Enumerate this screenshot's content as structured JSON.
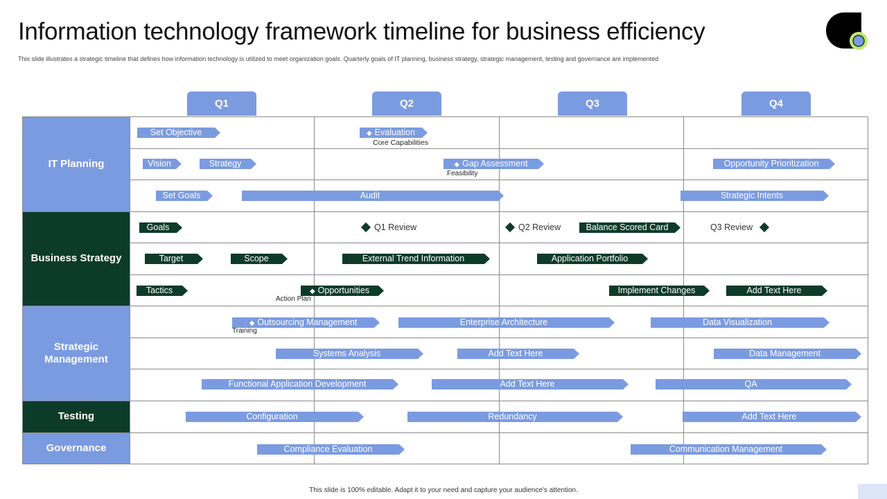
{
  "header": {
    "title": "Information technology framework timeline for business efficiency",
    "subtitle": "This slide illustrates a strategic timeline  that defines how information technology is utilized to meet organization goals. Quarterly goals of IT planning,  business strategy, strategic management, testing and governance are implemented"
  },
  "footer": "This slide is 100% editable.  Adapt it to your need and capture your audience's attention.",
  "colors": {
    "blue": "#7b9be0",
    "dark_green": "#0d3b2a",
    "grid": "#8a8a8a"
  },
  "quarters": [
    "Q1",
    "Q2",
    "Q3",
    "Q4"
  ],
  "categories": [
    {
      "label": "IT Planning",
      "color": "blue"
    },
    {
      "label": "Business Strategy",
      "color": "green"
    },
    {
      "label": "Strategic Management",
      "color": "blue"
    },
    {
      "label": "Testing",
      "color": "green"
    },
    {
      "label": "Governance",
      "color": "blue"
    }
  ],
  "items": [
    {
      "label": "Set Objective",
      "color": "blue",
      "row": 1
    },
    {
      "label": "Evaluation",
      "color": "blue",
      "row": 1,
      "diamond": true
    },
    {
      "label": "Vision",
      "color": "blue",
      "row": 2
    },
    {
      "label": "Strategy",
      "color": "blue",
      "row": 2
    },
    {
      "label": "Gap Assessment",
      "color": "blue",
      "row": 2,
      "diamond": true
    },
    {
      "label": "Opportunity Prioritization",
      "color": "blue",
      "row": 2
    },
    {
      "label": "Set Goals",
      "color": "blue",
      "row": 3
    },
    {
      "label": "Audit",
      "color": "blue",
      "row": 3
    },
    {
      "label": "Strategic Intents",
      "color": "blue",
      "row": 3
    },
    {
      "label": "Balance Scored Card",
      "color": "green",
      "row": 4
    },
    {
      "label": "Goals",
      "color": "green",
      "row": 4
    },
    {
      "label": "Target",
      "color": "green",
      "row": 5
    },
    {
      "label": "Scope",
      "color": "green",
      "row": 5
    },
    {
      "label": "External Trend  Information",
      "color": "green",
      "row": 5
    },
    {
      "label": "Application Portfolio",
      "color": "green",
      "row": 5
    },
    {
      "label": "Tactics",
      "color": "green",
      "row": 6
    },
    {
      "label": "Opportunities",
      "color": "green",
      "row": 6,
      "diamond": true
    },
    {
      "label": "Implement Changes",
      "color": "green",
      "row": 6
    },
    {
      "label": "Add Text Here",
      "color": "green",
      "row": 6
    },
    {
      "label": "Outsourcing Management",
      "color": "blue",
      "row": 7,
      "diamond": true
    },
    {
      "label": "Enterprise Architecture",
      "color": "blue",
      "row": 7
    },
    {
      "label": "Data Visualization",
      "color": "blue",
      "row": 7
    },
    {
      "label": "Systems Analysis",
      "color": "blue",
      "row": 8
    },
    {
      "label": "Add Text Here",
      "color": "blue",
      "row": 8
    },
    {
      "label": "Data Management",
      "color": "blue",
      "row": 8
    },
    {
      "label": "Functional Application Development",
      "color": "blue",
      "row": 9
    },
    {
      "label": "Add Text Here",
      "color": "blue",
      "row": 9
    },
    {
      "label": "QA",
      "color": "blue",
      "row": 9
    },
    {
      "label": "Configuration",
      "color": "blue",
      "row": 10
    },
    {
      "label": "Redundancy",
      "color": "blue",
      "row": 10
    },
    {
      "label": "Add Text Here",
      "color": "blue",
      "row": 10
    },
    {
      "label": "Compliance Evaluation",
      "color": "blue",
      "row": 11
    },
    {
      "label": "Communication Management",
      "color": "blue",
      "row": 11
    }
  ],
  "milestones": [
    {
      "label": "Q1 Review",
      "row": 4
    },
    {
      "label": "Q2 Review",
      "row": 4
    },
    {
      "label": "Q3 Review",
      "row": 4
    }
  ],
  "notes": [
    "Core Capabilities",
    "Feasibility",
    "Action Plan",
    "Training"
  ]
}
